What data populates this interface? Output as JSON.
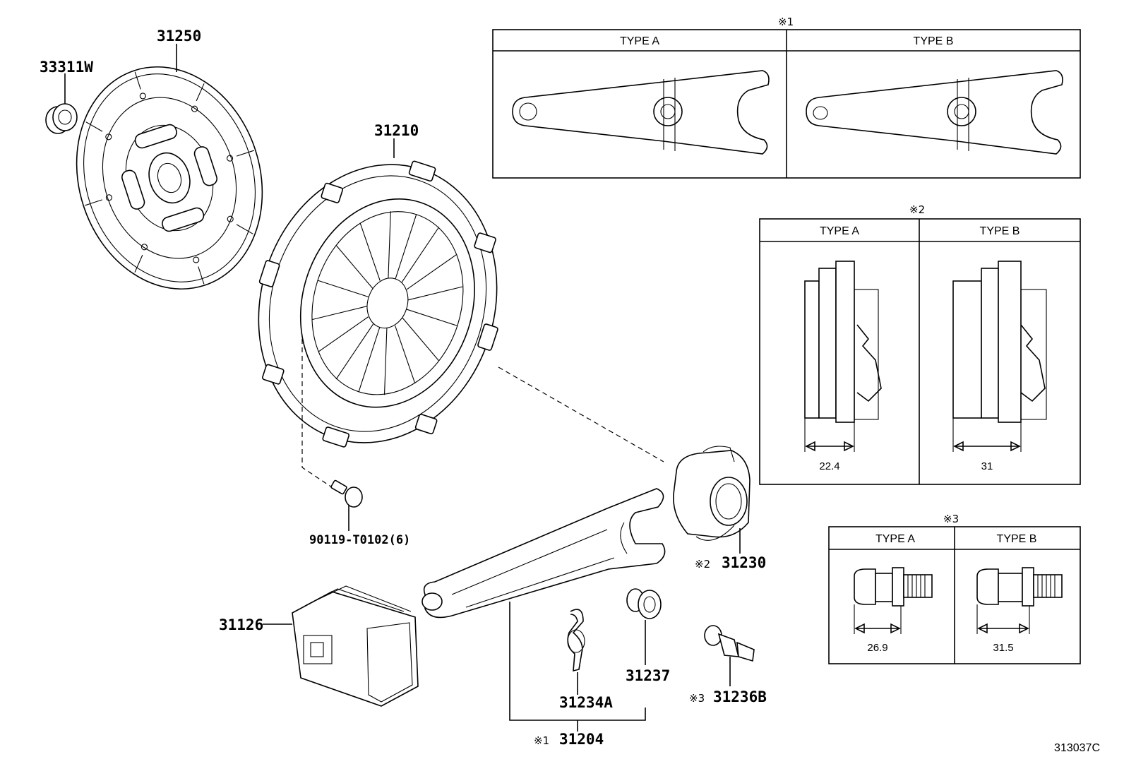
{
  "parts": {
    "p33311W": "33311W",
    "p31250": "31250",
    "p31210": "31210",
    "p90119": "90119-T0102(6)",
    "p31126": "31126",
    "p31234A": "31234A",
    "p31237": "31237",
    "p31204": "31204",
    "p31230": "31230",
    "p31236B": "31236B"
  },
  "marks": {
    "ref1": "※1",
    "ref2": "※2",
    "ref3": "※3"
  },
  "box1": {
    "mark": "※1",
    "type_a": "TYPE A",
    "type_b": "TYPE B"
  },
  "box2": {
    "mark": "※2",
    "type_a": "TYPE A",
    "type_b": "TYPE B",
    "dim_a": "22.4",
    "dim_b": "31"
  },
  "box3": {
    "mark": "※3",
    "type_a": "TYPE A",
    "type_b": "TYPE B",
    "dim_a": "26.9",
    "dim_b": "31.5"
  },
  "diagram_code": "313037C"
}
